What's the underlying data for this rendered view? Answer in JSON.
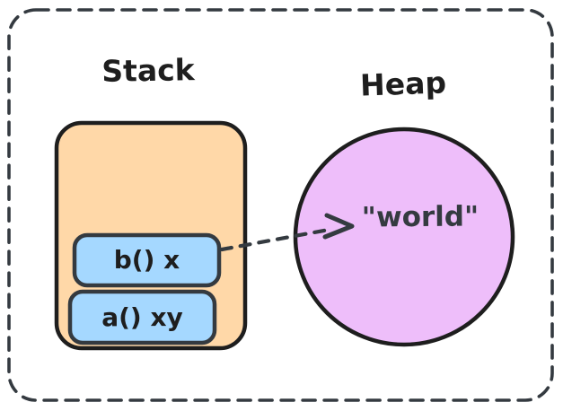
{
  "diagram": {
    "stack": {
      "title": "Stack",
      "frames": [
        {
          "label": "b() x"
        },
        {
          "label": "a() xy"
        }
      ]
    },
    "heap": {
      "title": "Heap",
      "value": "\"world\""
    },
    "pointer": {
      "from": "b() x",
      "to": "\"world\"",
      "style": "dashed-arrow"
    },
    "colors": {
      "background": "#ffffff",
      "stack_fill": "#ffd8a8",
      "frame_fill": "#a5d8ff",
      "heap_fill": "#eebefa",
      "outline_black": "#1e1e1e",
      "outline_slate": "#343a40",
      "text_primary": "#1e1e1e",
      "text_slate": "#343a40"
    }
  }
}
